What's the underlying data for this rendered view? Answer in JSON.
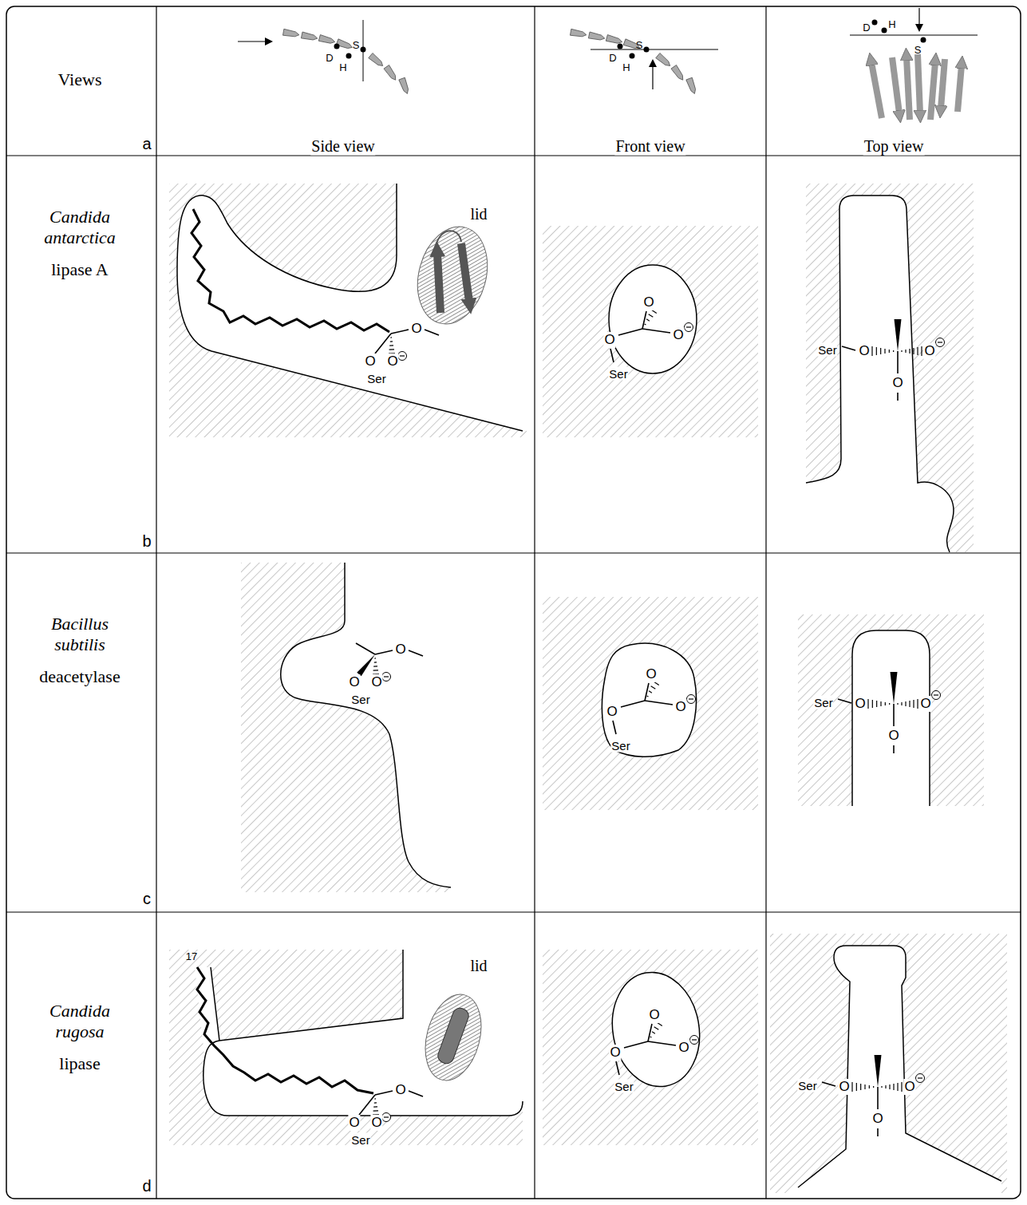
{
  "diagram": {
    "labels": [
      "Views",
      "a",
      "Side view",
      "Front view",
      "Top view",
      "D",
      "H",
      "S",
      "D",
      "H",
      "S",
      "D",
      "H",
      "S",
      "Candida antarctica",
      "lipase A",
      "b",
      "lid",
      "O",
      "O",
      "O",
      "Ser",
      "O",
      "O",
      "O",
      "Ser",
      "Ser",
      "O",
      "O",
      "O",
      "Bacillus subtilis",
      "deacetylase",
      "c",
      "O",
      "O",
      "O",
      "Ser",
      "O",
      "O",
      "O",
      "Ser",
      "Ser",
      "O",
      "O",
      "O",
      "Candida rugosa",
      "lipase",
      "d",
      "lid",
      "17",
      "O",
      "O",
      "O",
      "Ser",
      "O",
      "O",
      "O",
      "Ser",
      "Ser",
      "O",
      "O",
      "O"
    ]
  }
}
